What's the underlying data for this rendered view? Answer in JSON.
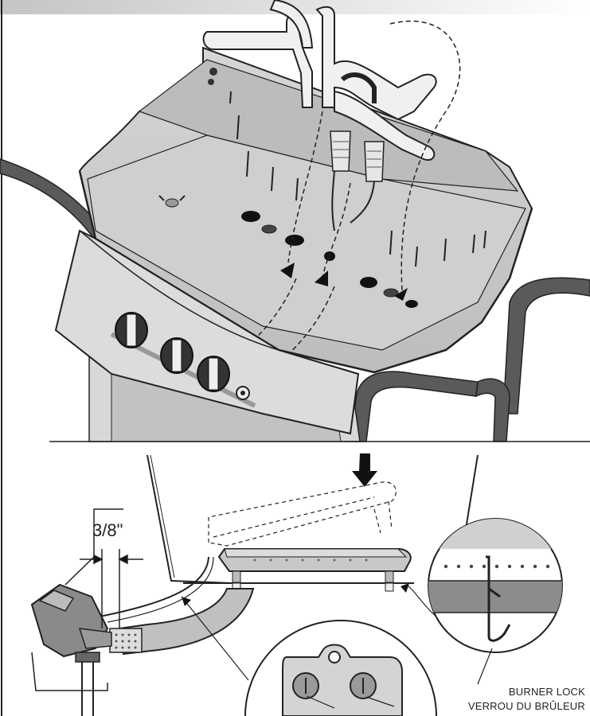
{
  "labels": {
    "dimension": "3/8\"",
    "burner_lock_en": "BURNER LOCK",
    "burner_lock_fr": "VERROU DU BRÛLEUR"
  },
  "colors": {
    "cart_rail": "#5a5a5a",
    "firebox": "#c9c9c9",
    "control_panel": "#dcdcdc",
    "line": "#222222",
    "header_bar": "#c4c4c4"
  }
}
